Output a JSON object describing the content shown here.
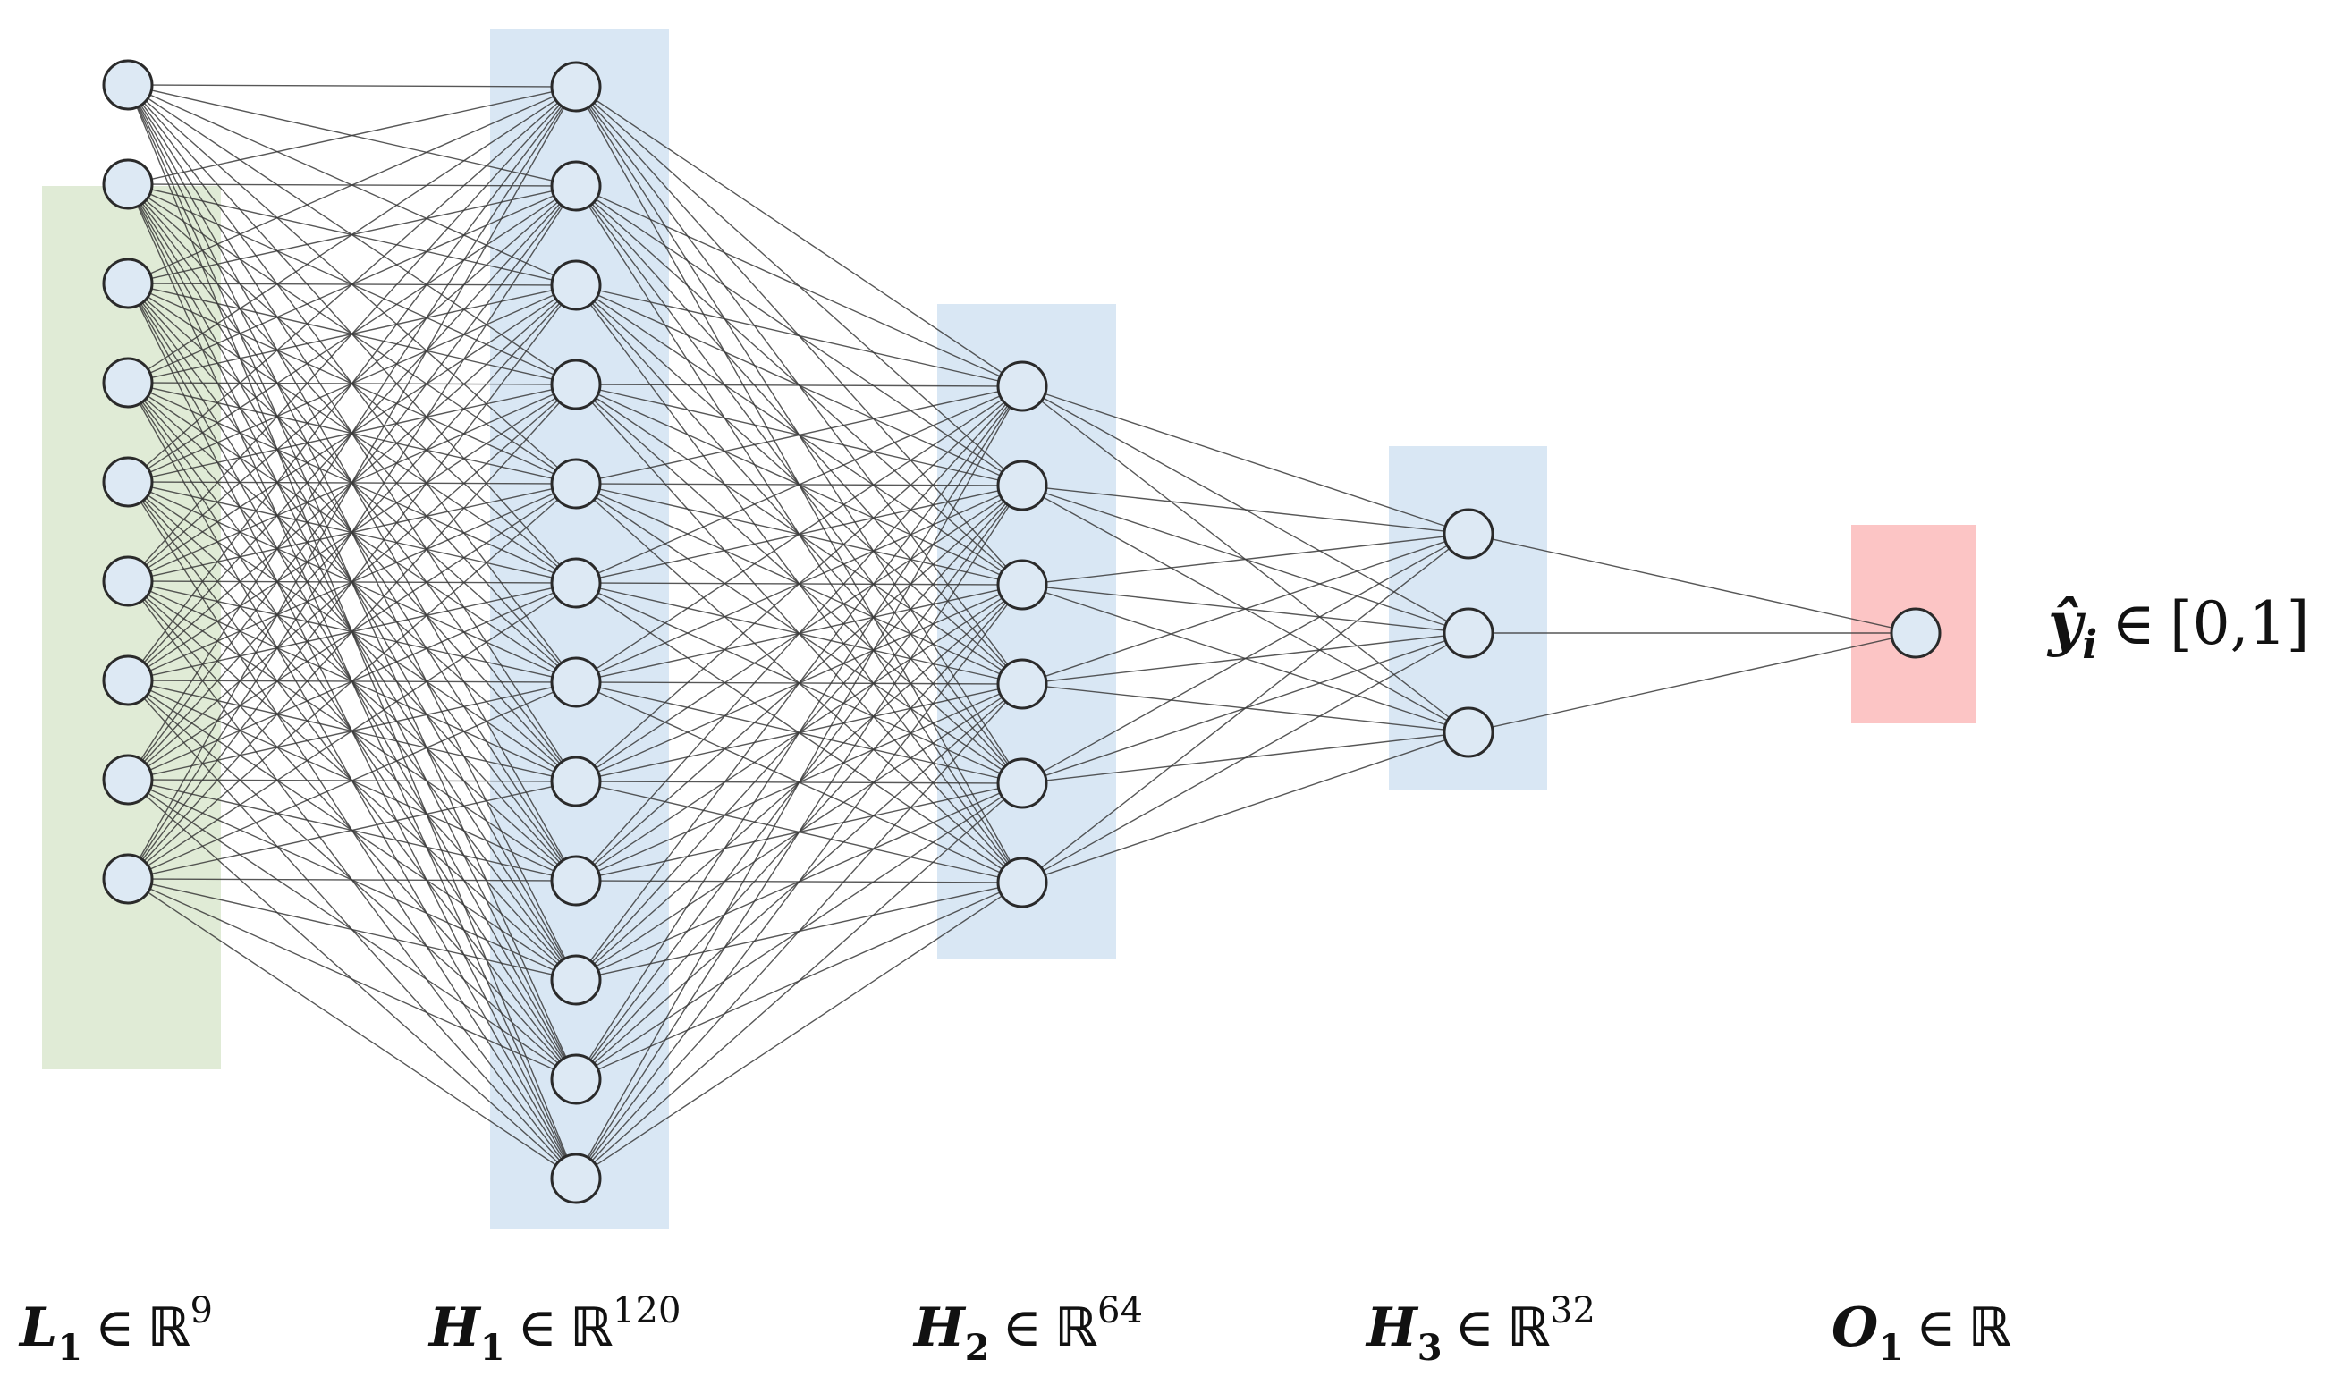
{
  "layers": [
    {
      "id": "L1",
      "variable": "L",
      "subscript": "1",
      "member": "∈",
      "set": "ℝ",
      "superscript": "9",
      "shown_neurons": 9,
      "band_color": "#e0ebd6"
    },
    {
      "id": "H1",
      "variable": "H",
      "subscript": "1",
      "member": "∈",
      "set": "ℝ",
      "superscript": "120",
      "shown_neurons": 12,
      "band_color": "#d9e7f4"
    },
    {
      "id": "H2",
      "variable": "H",
      "subscript": "2",
      "member": "∈",
      "set": "ℝ",
      "superscript": "64",
      "shown_neurons": 6,
      "band_color": "#d9e7f4"
    },
    {
      "id": "H3",
      "variable": "H",
      "subscript": "3",
      "member": "∈",
      "set": "ℝ",
      "superscript": "32",
      "shown_neurons": 3,
      "band_color": "#d9e7f4"
    },
    {
      "id": "O1",
      "variable": "O",
      "subscript": "1",
      "member": "∈",
      "set": "ℝ",
      "superscript": "",
      "shown_neurons": 1,
      "band_color": "#fcc5c5"
    }
  ],
  "output": {
    "variable": "ŷ",
    "subscript": "i",
    "member": "∈",
    "range": "[0,1]"
  },
  "colors": {
    "node_fill": "#dde9f4",
    "node_stroke": "#2a2a2a",
    "edge": "#3a3a3a",
    "text": "#111111"
  }
}
